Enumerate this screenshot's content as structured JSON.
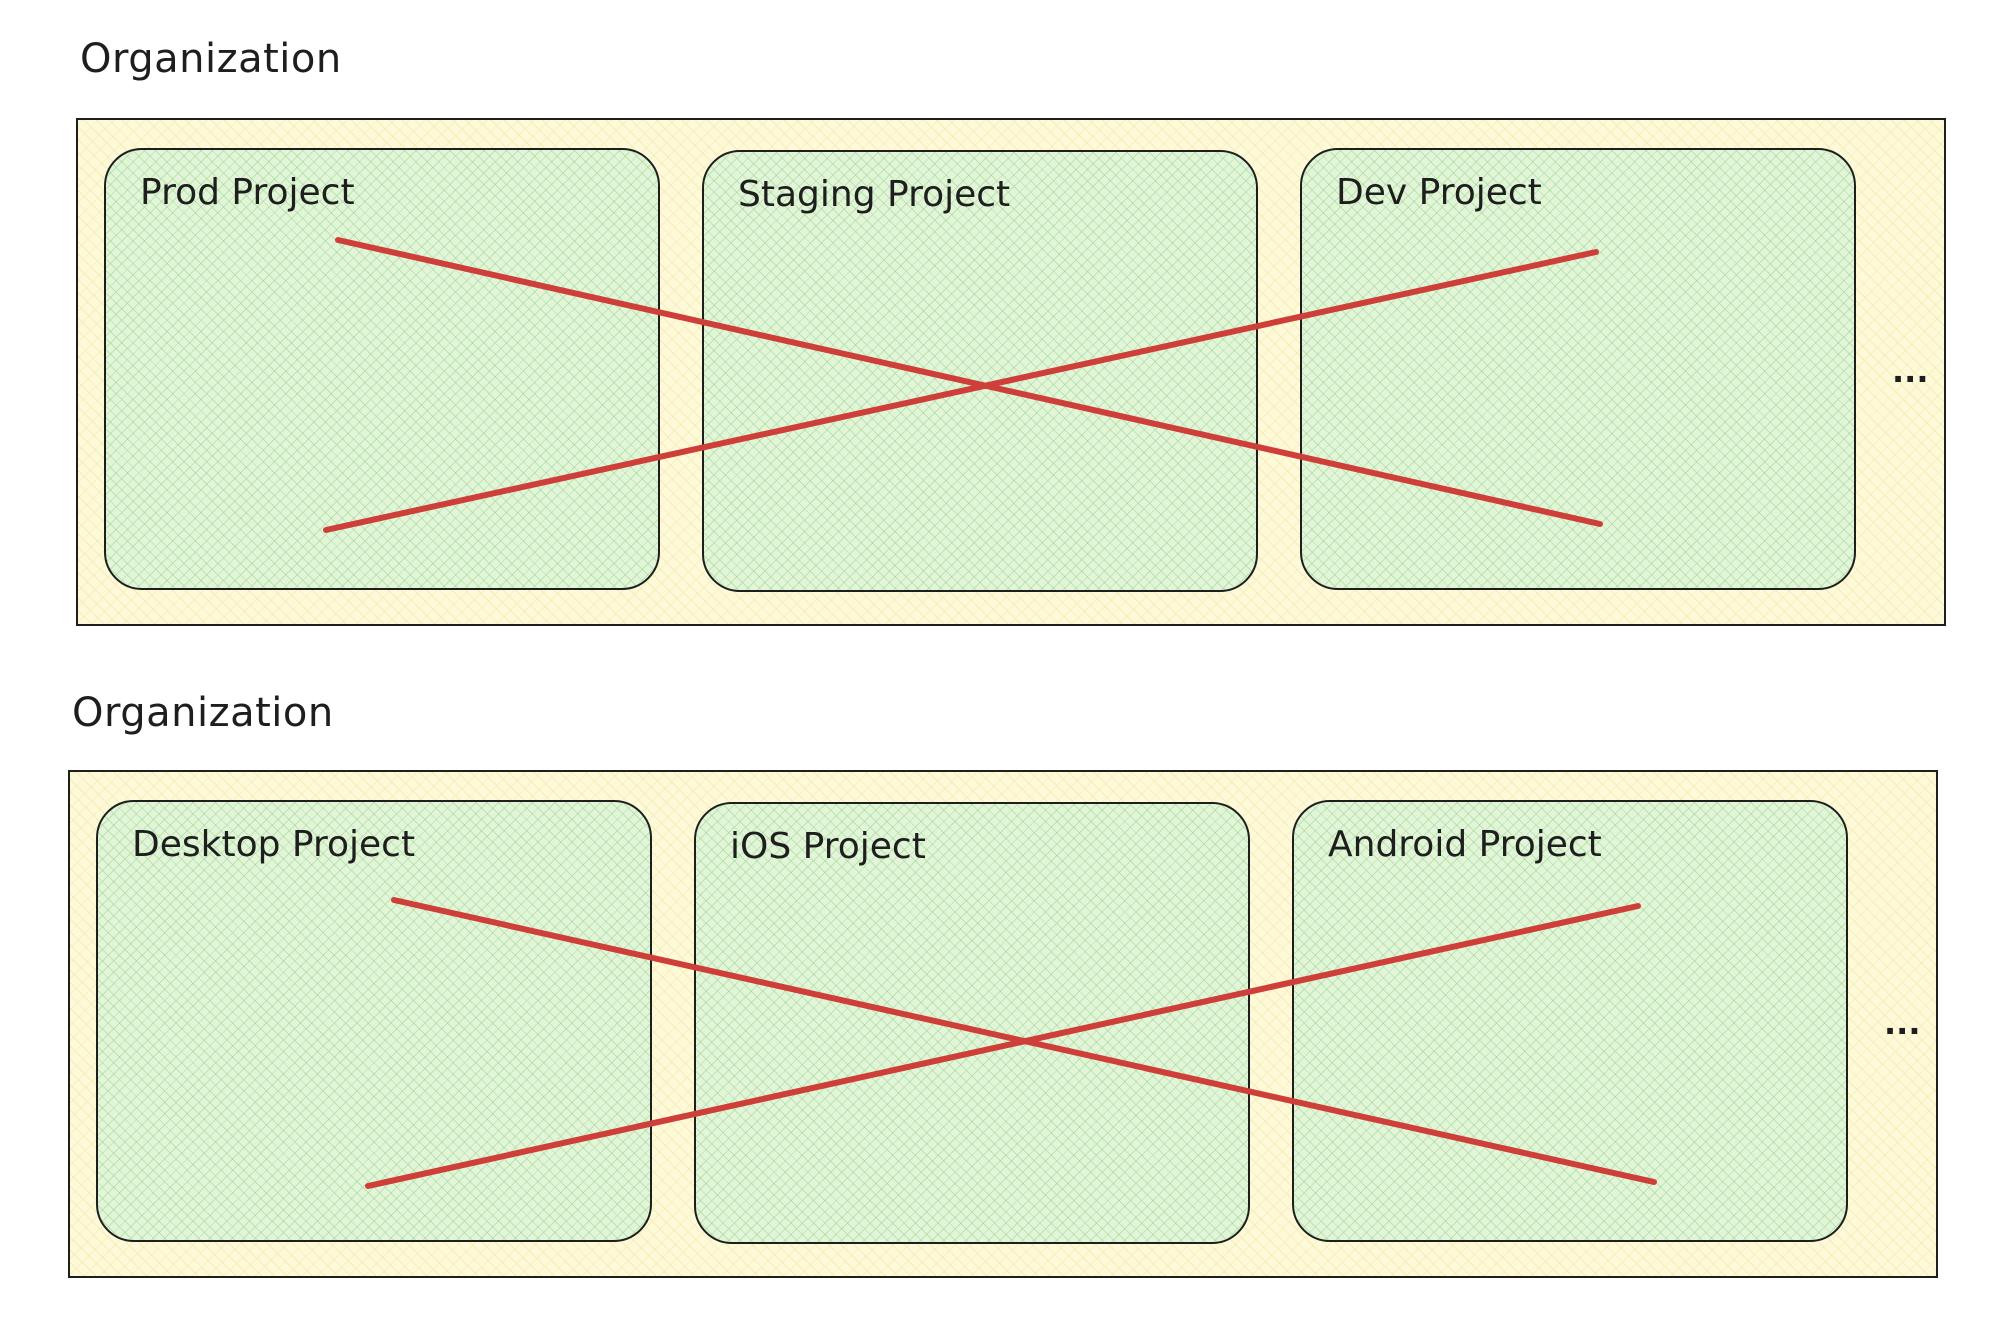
{
  "colors": {
    "organization_fill": "#fdf9d9",
    "project_fill": "#e2f5d8",
    "stroke": "#1e1e1e",
    "cross": "#cf3f3a"
  },
  "organizations": [
    {
      "title": "Organization",
      "projects": [
        {
          "label": "Prod Project"
        },
        {
          "label": "Staging Project"
        },
        {
          "label": "Dev Project"
        }
      ],
      "ellipsis": "..."
    },
    {
      "title": "Organization",
      "projects": [
        {
          "label": "Desktop Project"
        },
        {
          "label": "iOS Project"
        },
        {
          "label": "Android Project"
        }
      ],
      "ellipsis": "..."
    }
  ]
}
